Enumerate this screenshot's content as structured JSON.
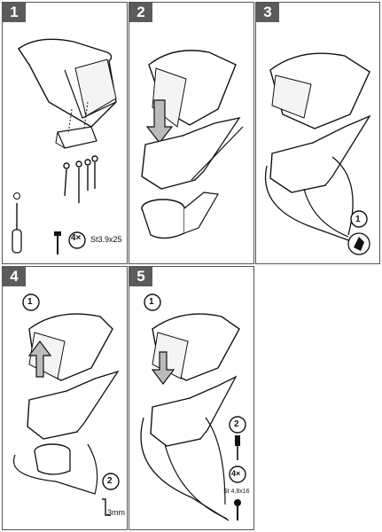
{
  "steps": [
    {
      "number": "1",
      "count_label": "4×",
      "screw_label": "St3.9x25"
    },
    {
      "number": "2"
    },
    {
      "number": "3",
      "substep": "1"
    },
    {
      "number": "4",
      "substep_a": "1",
      "substep_b": "2",
      "tool_label": "3mm"
    },
    {
      "number": "5",
      "substep_a": "1",
      "substep_b": "2",
      "count_label": "4×",
      "screw_label": "St 4,8x16"
    }
  ]
}
